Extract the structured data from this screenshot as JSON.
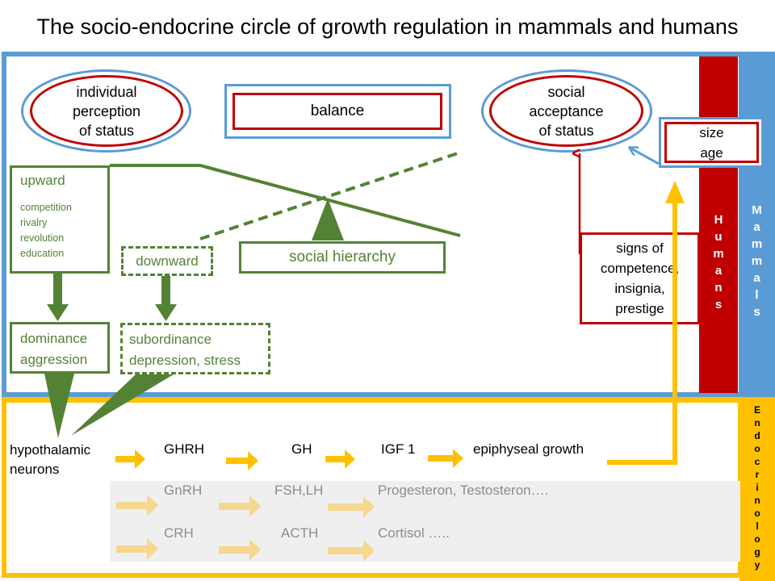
{
  "title": "The socio-endocrine circle of growth regulation in mammals and humans",
  "ellipses": {
    "left": "individual perception of status",
    "right": "social acceptance of status"
  },
  "balance_label": "balance",
  "size_age": {
    "line1": "size",
    "line2": "age"
  },
  "upward": {
    "label": "upward",
    "items": [
      "competition",
      "rivalry",
      "revolution",
      "education"
    ]
  },
  "downward_label": "downward",
  "social_hierarchy_label": "social hierarchy",
  "dominance": {
    "line1": "dominance",
    "line2": "aggression"
  },
  "subordinance": {
    "line1": "subordinance",
    "line2": "depression,  stress"
  },
  "signs": "signs of competence, insignia, prestige",
  "side_labels": {
    "humans": "Humans",
    "mammals": "Mammals",
    "endocrinology": "Endocrinology"
  },
  "endocrine": {
    "start_line1": "hypothalamic",
    "start_line2": "neurons",
    "main_chain": [
      "GHRH",
      "GH",
      "IGF 1",
      "epiphyseal growth"
    ],
    "gray_chain_1": [
      "GnRH",
      "FSH,LH",
      "Progesteron,  Testosteron…."
    ],
    "gray_chain_2": [
      "CRH",
      "ACTH",
      "Cortisol  ….."
    ]
  },
  "colors": {
    "blue": "#5b9bd5",
    "red": "#c00000",
    "green": "#548235",
    "yellow": "#ffc000",
    "light_yellow": "#f5d78e"
  }
}
